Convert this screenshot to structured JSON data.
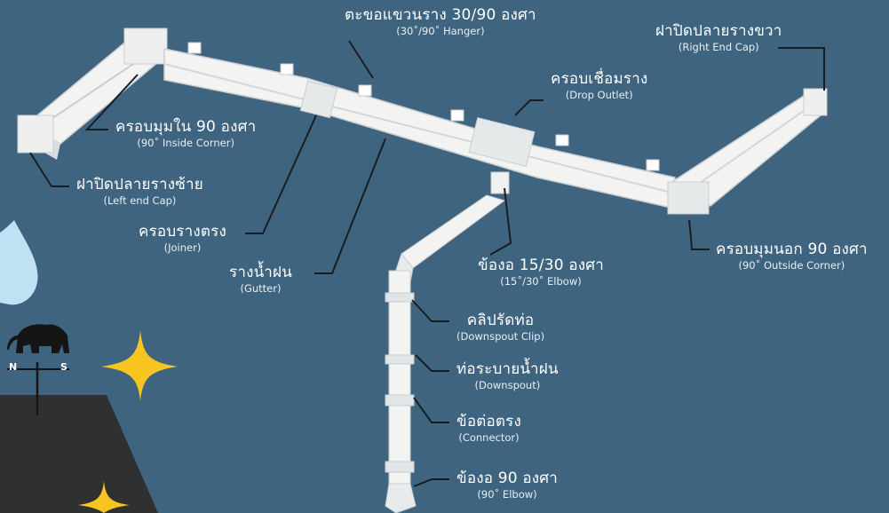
{
  "colors": {
    "background": "#3f6480",
    "gutter_fill": "#f3f3f1",
    "gutter_shade": "#c9ced2",
    "leader_line": "#1a1d20",
    "roof": "#2f3032",
    "star": "#f7c51f",
    "raindrop": "#bfe1f3",
    "weathervane": "#151515"
  },
  "weathervane": {
    "north": "N",
    "south": "S"
  },
  "parts": {
    "hanger": {
      "th": "ตะขอแขวนราง 30/90 องศา",
      "en": "(30˚/90˚ Hanger)"
    },
    "right_end_cap": {
      "th": "ฝาปิดปลายรางขวา",
      "en": "(Right End Cap)"
    },
    "drop_outlet": {
      "th": "ครอบเชื่อมราง",
      "en": "(Drop Outlet)"
    },
    "inside_corner": {
      "th": "ครอบมุมใน 90 องศา",
      "en": "(90˚ Inside Corner)"
    },
    "left_end_cap": {
      "th": "ฝาปิดปลายรางซ้าย",
      "en": "(Left end Cap)"
    },
    "joiner": {
      "th": "ครอบรางตรง",
      "en": "(Joiner)"
    },
    "gutter": {
      "th": "รางน้ำฝน",
      "en": "(Gutter)"
    },
    "elbow_15_30": {
      "th": "ข้องอ 15/30 องศา",
      "en": "(15˚/30˚ Elbow)"
    },
    "outside_corner": {
      "th": "ครอบมุมนอก 90 องศา",
      "en": "(90˚ Outside Corner)"
    },
    "downspout_clip": {
      "th": "คลิปรัดท่อ",
      "en": "(Downspout Clip)"
    },
    "downspout": {
      "th": "ท่อระบายน้ำฝน",
      "en": "(Downspout)"
    },
    "connector": {
      "th": "ข้อต่อตรง",
      "en": "(Connector)"
    },
    "elbow_90": {
      "th": "ข้องอ 90 องศา",
      "en": "(90˚ Elbow)"
    }
  }
}
